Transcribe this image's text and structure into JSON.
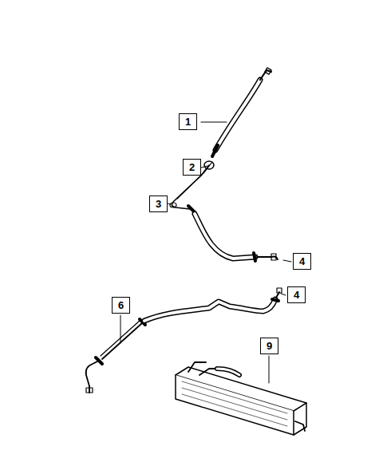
{
  "diagram": {
    "nodes": [
      {
        "text": [
          "1"
        ]
      },
      {
        "text": [
          "2"
        ]
      },
      {
        "text": [
          "3"
        ]
      },
      {
        "text": [
          "4"
        ]
      },
      {
        "text": [
          "6"
        ]
      },
      {
        "text": [
          "4"
        ]
      },
      {
        "text": [
          "9"
        ]
      }
    ]
  }
}
